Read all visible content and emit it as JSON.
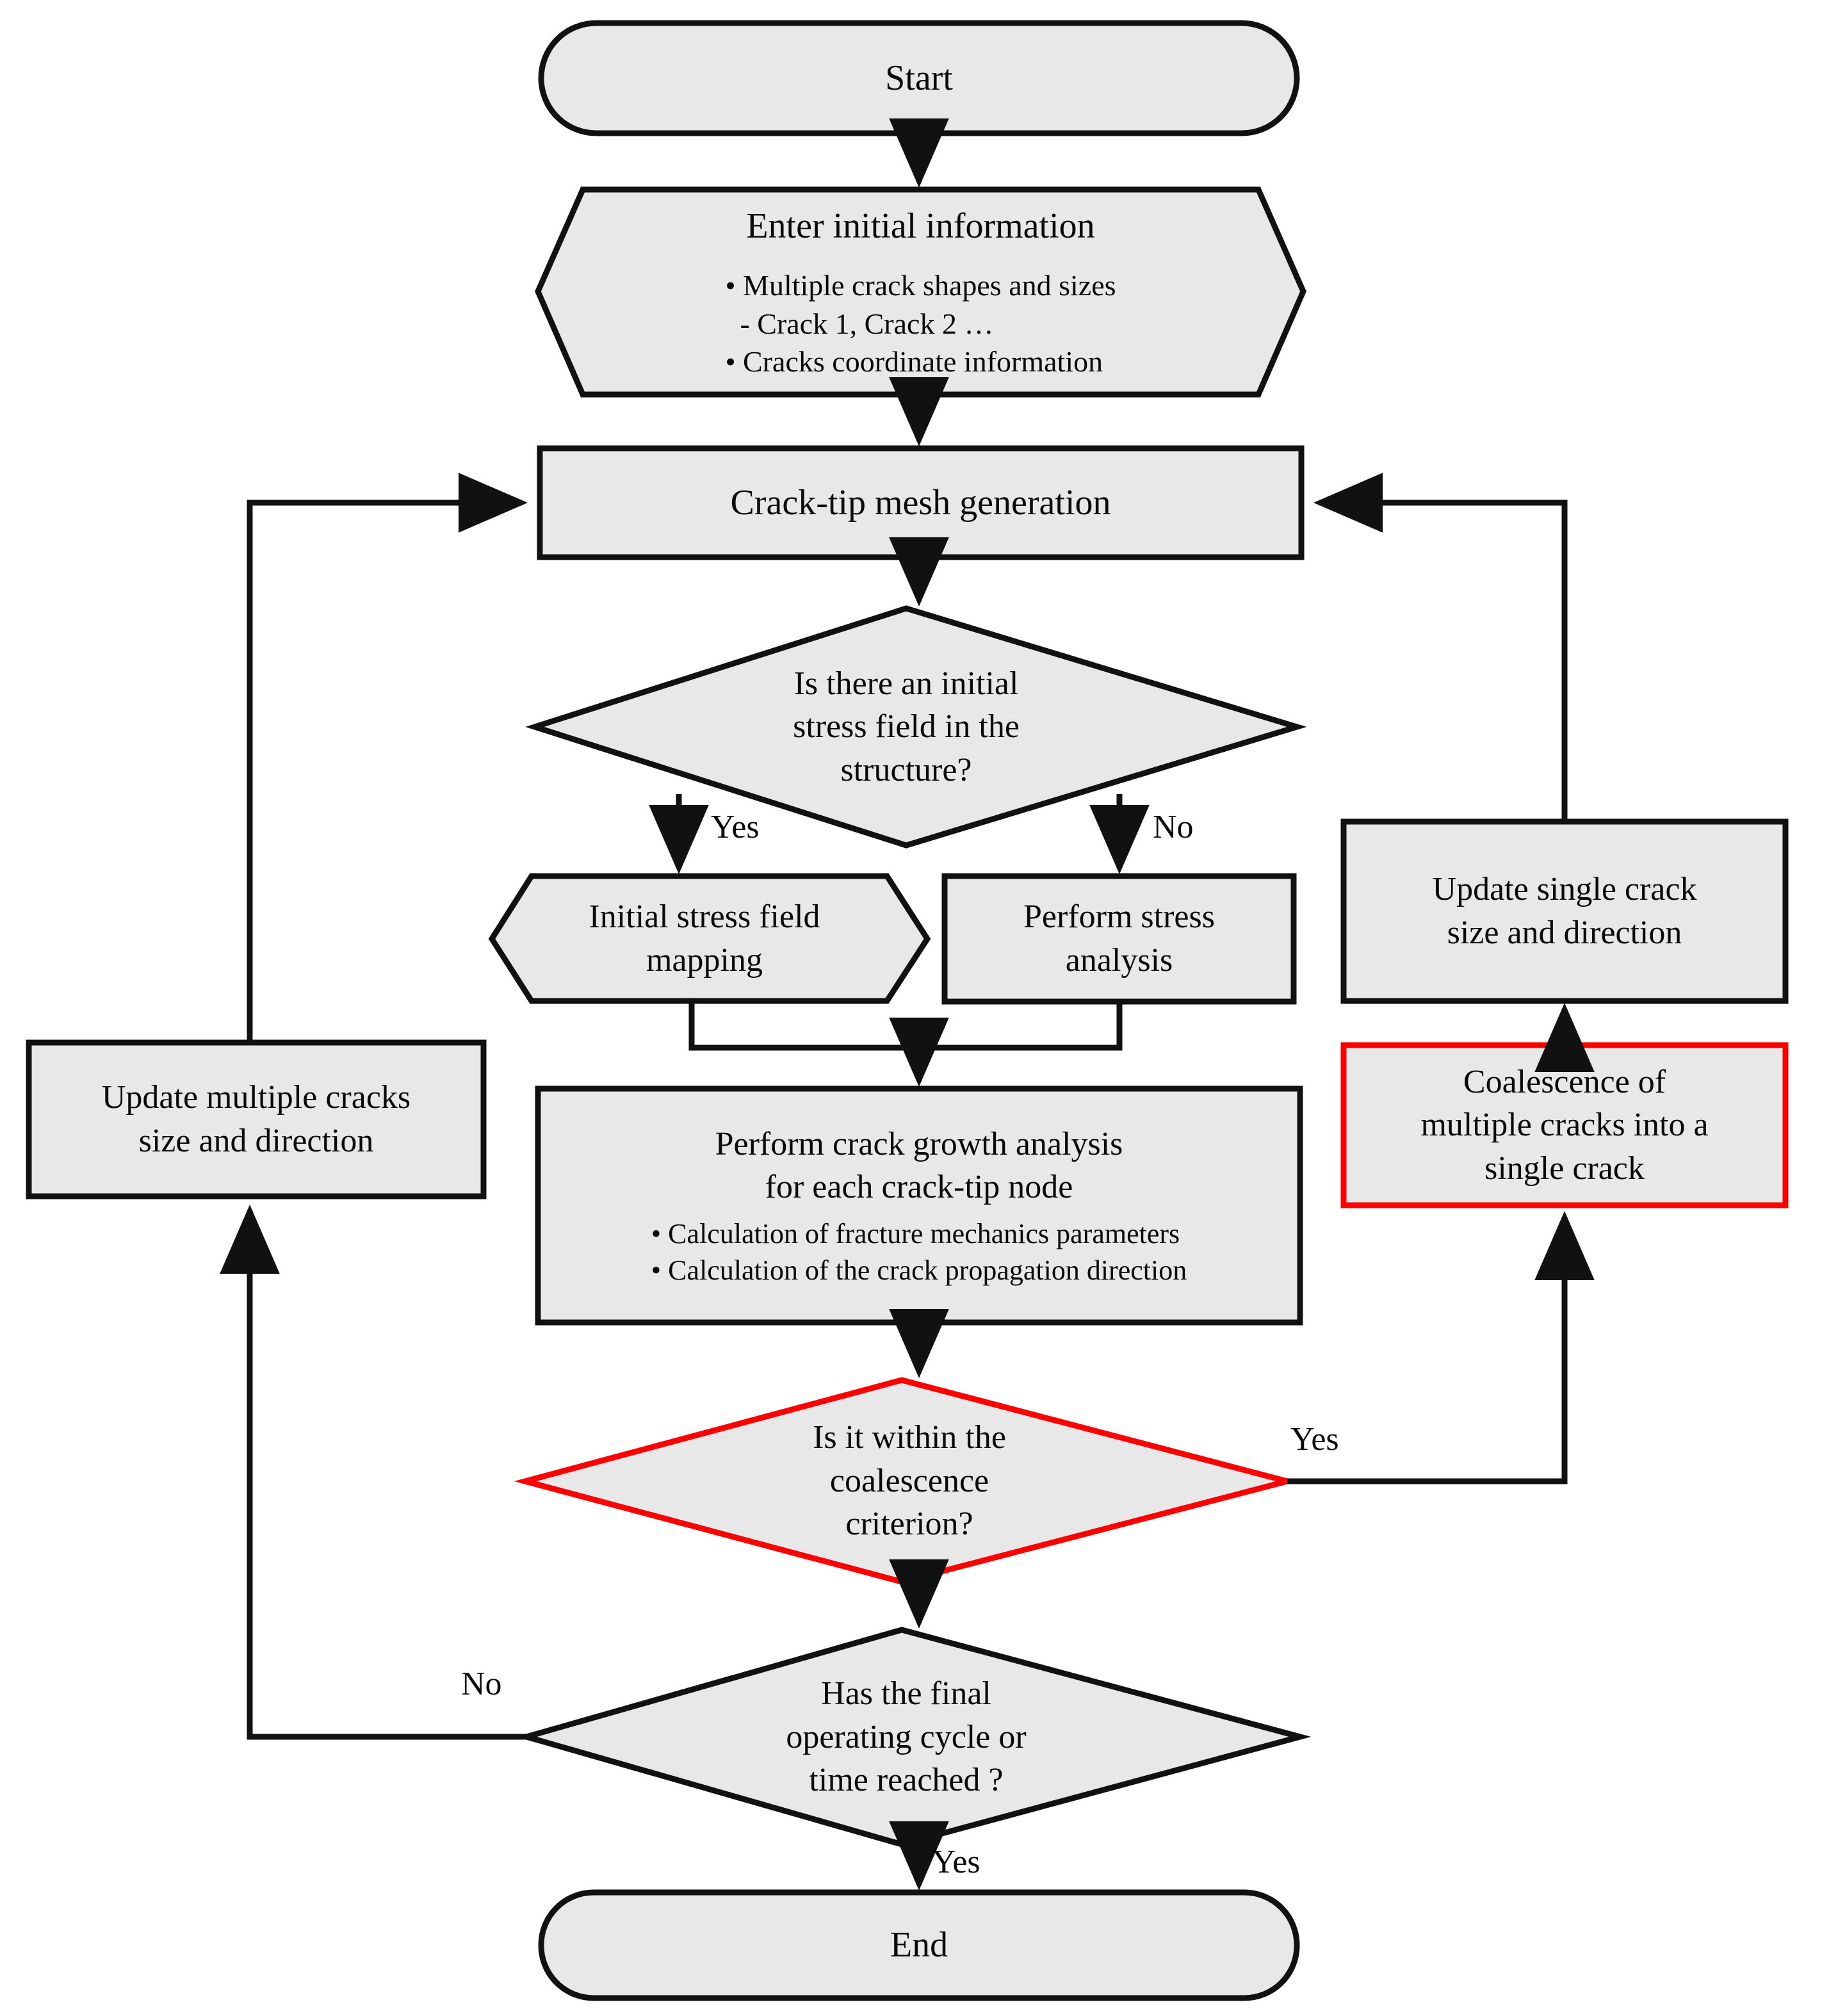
{
  "diagram": {
    "title": "Multiple crack growth simulation flowchart",
    "colors": {
      "node_fill": "#e8e8e8",
      "node_border": "#111111",
      "highlight_border": "#ff0000",
      "connector": "#111111",
      "background": "#ffffff",
      "text": "#0a0a0a"
    },
    "nodes": {
      "start": {
        "label": "Start",
        "shape": "terminator"
      },
      "enter_info": {
        "title": "Enter initial information",
        "shape": "hexagon",
        "bullets": [
          "• Multiple crack shapes and sizes",
          "  - Crack 1, Crack 2 …",
          "• Cracks coordinate information"
        ]
      },
      "mesh_generation": {
        "label": "Crack-tip mesh generation",
        "shape": "process"
      },
      "initial_stress_decision": {
        "line1": "Is there an initial",
        "line2": "stress field in the",
        "line3": "structure?",
        "shape": "decision"
      },
      "stress_field_mapping": {
        "line1": "Initial stress field",
        "line2": "mapping",
        "shape": "hexagon"
      },
      "perform_stress_analysis": {
        "line1": "Perform stress",
        "line2": "analysis",
        "shape": "process"
      },
      "update_single_crack": {
        "line1": "Update single crack",
        "line2": "size and direction",
        "shape": "process"
      },
      "coalescence_merge": {
        "line1": "Coalescence of",
        "line2": "multiple cracks into a",
        "line3": "single crack",
        "shape": "process",
        "highlighted": true
      },
      "update_multiple_cracks": {
        "line1": "Update multiple cracks",
        "line2": "size and direction",
        "shape": "process"
      },
      "crack_growth_analysis": {
        "line1": "Perform crack growth analysis",
        "line2": "for each crack-tip node",
        "bullets": [
          "• Calculation of fracture mechanics parameters",
          "• Calculation of the crack propagation direction"
        ],
        "shape": "process"
      },
      "coalescence_decision": {
        "line1": "Is it within the",
        "line2": "coalescence",
        "line3": "criterion?",
        "shape": "decision",
        "highlighted": true
      },
      "final_cycle_decision": {
        "line1": "Has the final",
        "line2": "operating cycle or",
        "line3": "time reached ?",
        "shape": "decision"
      },
      "end": {
        "label": "End",
        "shape": "terminator"
      }
    },
    "edge_labels": {
      "initial_stress_yes": "Yes",
      "initial_stress_no": "No",
      "coalescence_yes": "Yes",
      "final_cycle_no": "No",
      "final_cycle_yes": "Yes"
    }
  }
}
